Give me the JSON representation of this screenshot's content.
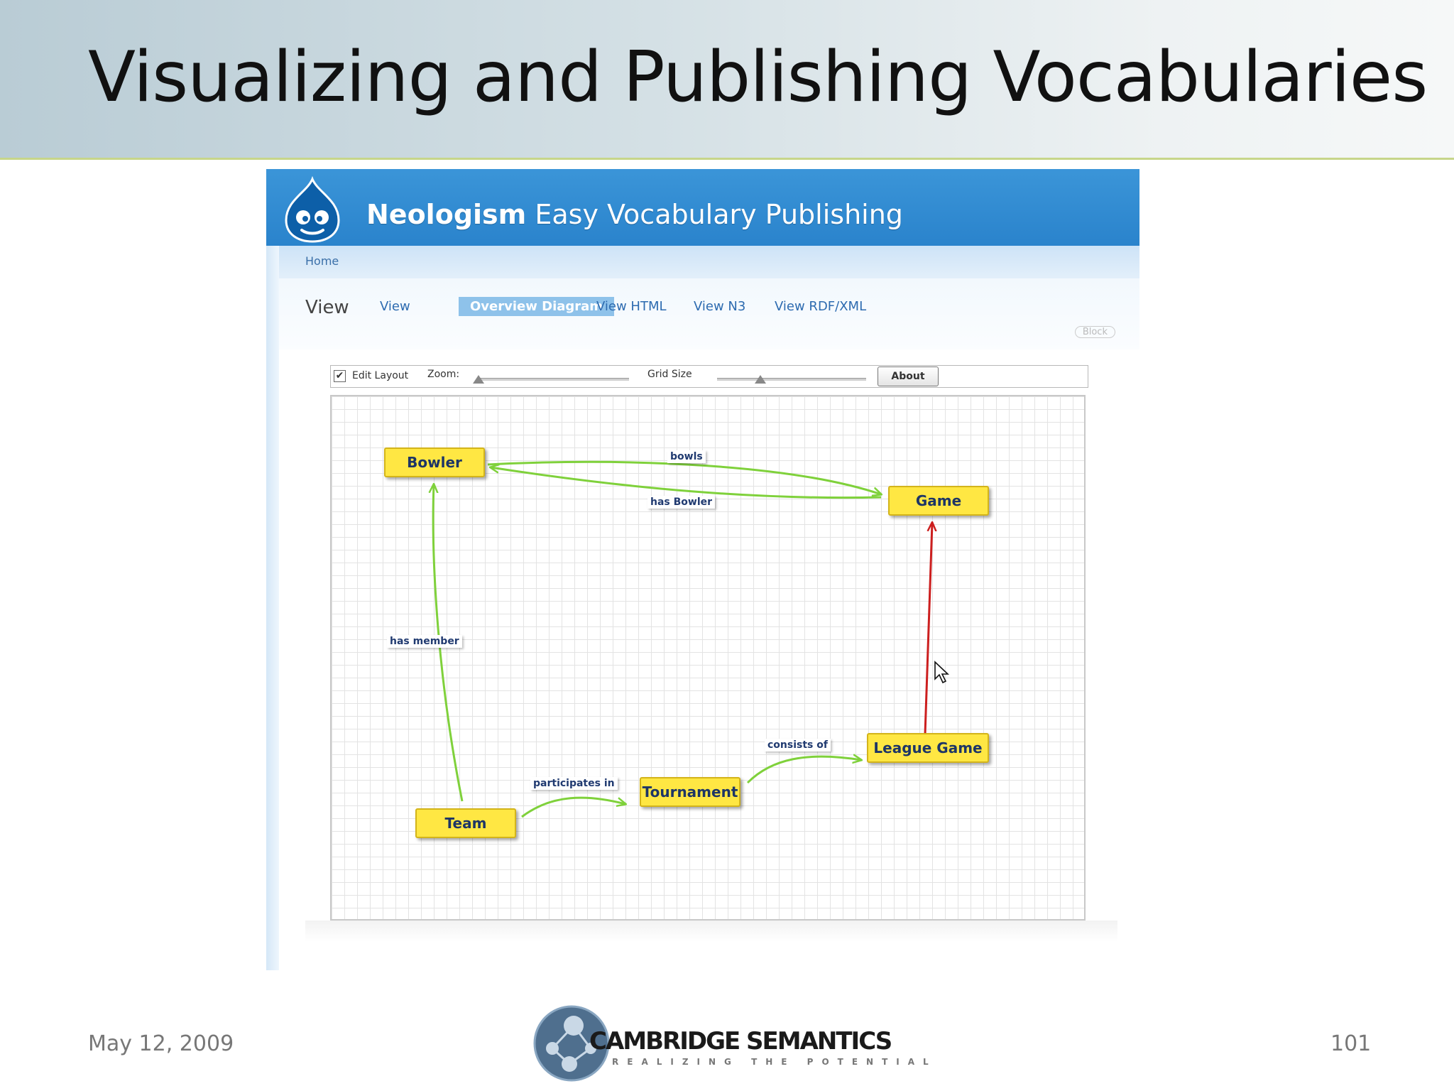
{
  "slide": {
    "title": "Visualizing and Publishing Vocabularies",
    "date": "May 12, 2009",
    "page_number": "101"
  },
  "site": {
    "name_bold": "Neologism",
    "name_rest": " Easy Vocabulary Publishing",
    "breadcrumb": "Home"
  },
  "page": {
    "heading": "View",
    "tabs": [
      {
        "label": "View",
        "active": false
      },
      {
        "label": "Overview Diagram",
        "active": true
      },
      {
        "label": "View HTML",
        "active": false
      },
      {
        "label": "View N3",
        "active": false
      },
      {
        "label": "View RDF/XML",
        "active": false
      }
    ],
    "block_tag": "Block"
  },
  "toolbar": {
    "edit_layout_label": "Edit Layout",
    "edit_layout_checked": true,
    "zoom_label": "Zoom:",
    "grid_size_label": "Grid Size",
    "about_label": "About"
  },
  "diagram": {
    "nodes": {
      "bowler": "Bowler",
      "game": "Game",
      "team": "Team",
      "tournament": "Tournament",
      "league_game": "League Game"
    },
    "edges": {
      "bowls": "bowls",
      "has_bowler": "has Bowler",
      "has_member": "has member",
      "participates_in": "participates in",
      "consists_of": "consists of"
    },
    "colors": {
      "property_edge": "#7fd13b",
      "subclass_edge": "#cc1f1f",
      "node_fill": "#ffe743"
    }
  },
  "logo": {
    "name": "CAMBRIDGE SEMANTICS",
    "tagline": "REALIZING THE POTENTIAL"
  }
}
